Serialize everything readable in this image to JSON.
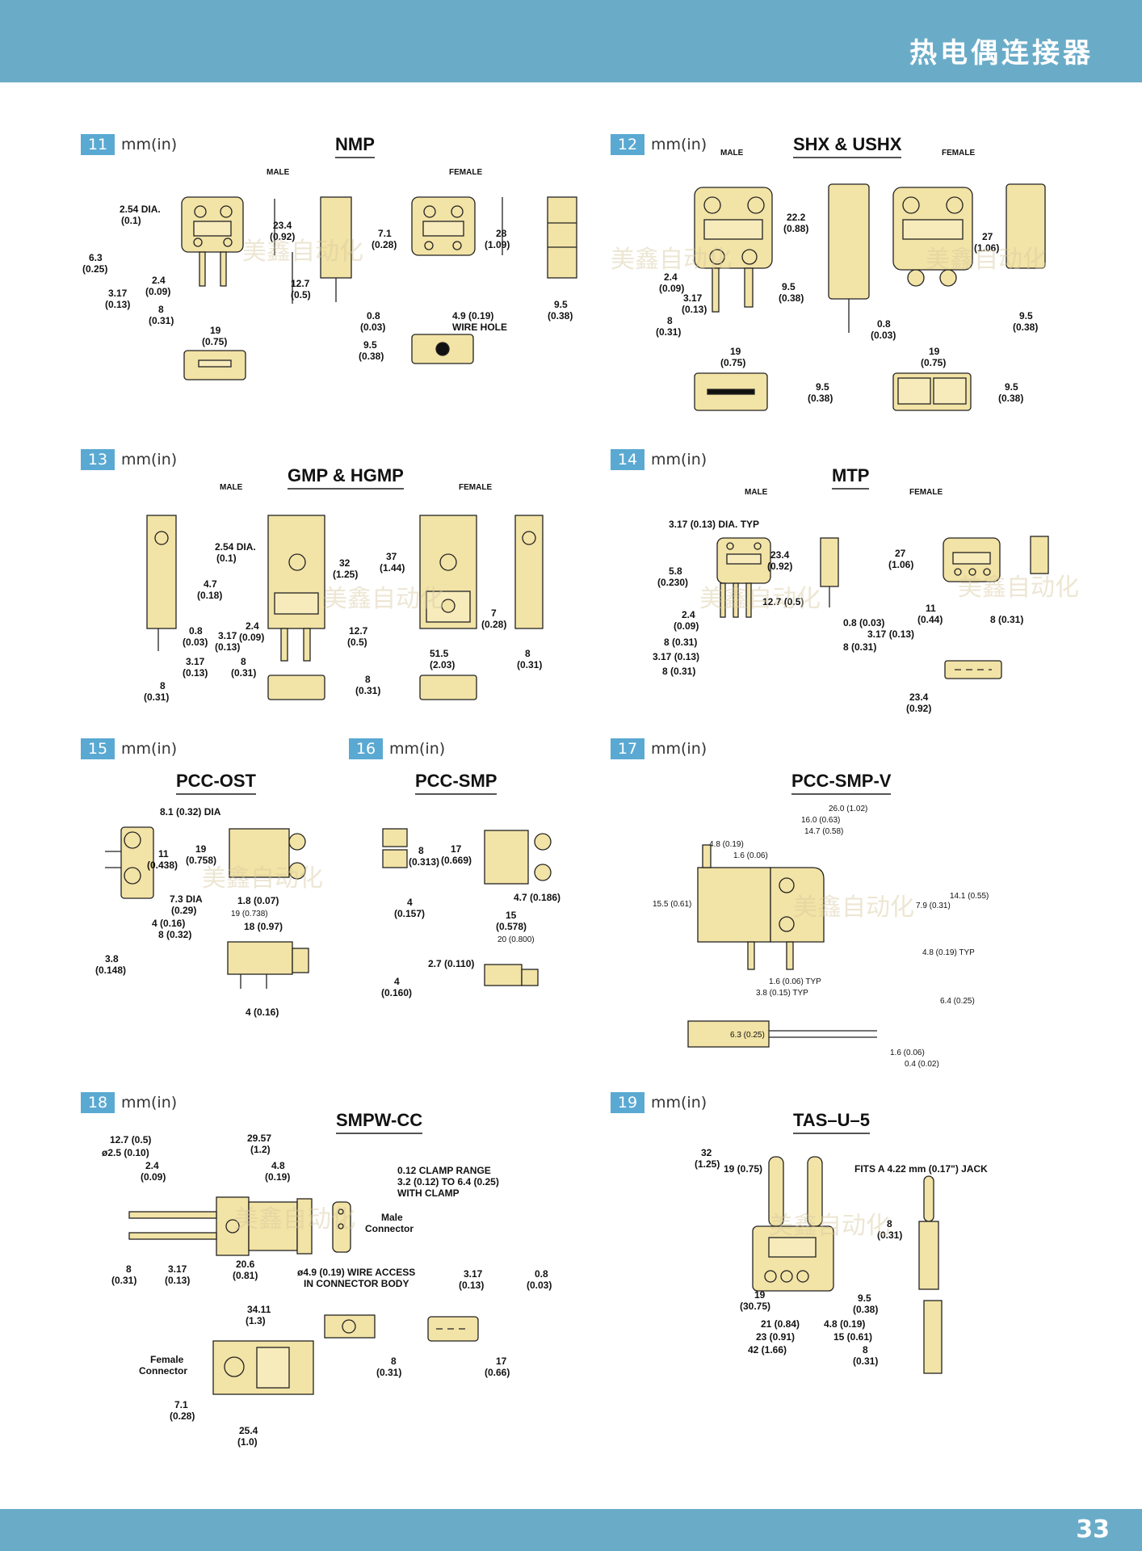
{
  "header": {
    "title": "热电偶连接器"
  },
  "footer": {
    "page_number": "33"
  },
  "unit_label": "mm(in)",
  "watermark": "美鑫自动化",
  "sections": {
    "s11": {
      "num": "11",
      "title": "NMP",
      "male": "MALE",
      "female": "FEMALE",
      "dims": [
        "2.54 DIA.",
        "(0.1)",
        "23.4",
        "(0.92)",
        "6.3",
        "(0.25)",
        "2.4",
        "(0.09)",
        "3.17",
        "(0.13)",
        "8",
        "(0.31)",
        "12.7",
        "(0.5)",
        "19",
        "(0.75)",
        "7.1",
        "(0.28)",
        "0.8",
        "(0.03)",
        "9.5",
        "(0.38)",
        "28",
        "(1.09)",
        "4.9 (0.19)",
        "WIRE HOLE",
        "9.5",
        "(0.38)"
      ]
    },
    "s12": {
      "num": "12",
      "title": "SHX & USHX",
      "male": "MALE",
      "female": "FEMALE",
      "dims": [
        "22.2",
        "(0.88)",
        "2.4",
        "(0.09)",
        "3.17",
        "(0.13)",
        "8",
        "(0.31)",
        "9.5",
        "(0.38)",
        "0.8",
        "(0.03)",
        "27",
        "(1.06)",
        "9.5",
        "(0.38)",
        "19",
        "(0.75)",
        "9.5",
        "(0.38)",
        "19",
        "(0.75)",
        "9.5",
        "(0.38)"
      ]
    },
    "s13": {
      "num": "13",
      "title": "GMP & HGMP",
      "male": "MALE",
      "female": "FEMALE",
      "dims": [
        "2.54 DIA.",
        "(0.1)",
        "32",
        "(1.25)",
        "37",
        "(1.44)",
        "4.7",
        "(0.18)",
        "0.8",
        "(0.03)",
        "3.17",
        "(0.13)",
        "2.4",
        "(0.09)",
        "12.7",
        "(0.5)",
        "7",
        "(0.28)",
        "3.17",
        "(0.13)",
        "8",
        "(0.31)",
        "51.5",
        "(2.03)",
        "8",
        "(0.31)",
        "8",
        "(0.31)",
        "8",
        "(0.31)"
      ]
    },
    "s14": {
      "num": "14",
      "title": "MTP",
      "male": "MALE",
      "female": "FEMALE",
      "dims": [
        "3.17 (0.13) DIA. TYP",
        "23.4",
        "(0.92)",
        "5.8",
        "(0.230)",
        "12.7 (0.5)",
        "2.4",
        "(0.09)",
        "8 (0.31)",
        "3.17 (0.13)",
        "8 (0.31)",
        "0.8 (0.03)",
        "3.17 (0.13)",
        "8 (0.31)",
        "27",
        "(1.06)",
        "11",
        "(0.44)",
        "8 (0.31)",
        "23.4",
        "(0.92)"
      ]
    },
    "s15": {
      "num": "15",
      "title": "PCC-OST",
      "dims": [
        "8.1 (0.32) DIA",
        "11",
        "(0.438)",
        "19",
        "(0.758)",
        "7.3 DIA",
        "(0.29)",
        "4 (0.16)",
        "8 (0.32)",
        "3.8",
        "(0.148)",
        "1.8 (0.07)",
        "19 (0.738)",
        "18 (0.97)",
        "4 (0.16)"
      ]
    },
    "s16": {
      "num": "16",
      "title": "PCC-SMP",
      "dims": [
        "8",
        "(0.313)",
        "17",
        "(0.669)",
        "4",
        "(0.157)",
        "4.7 (0.186)",
        "15",
        "(0.578)",
        "20 (0.800)",
        "2.7 (0.110)",
        "4",
        "(0.160)"
      ]
    },
    "s17": {
      "num": "17",
      "title": "PCC-SMP-V",
      "dims": [
        "26.0 (1.02)",
        "16.0 (0.63)",
        "14.7 (0.58)",
        "4.8 (0.19)",
        "1.6 (0.06)",
        "15.5 (0.61)",
        "14.1 (0.55)",
        "7.9 (0.31)",
        "4.8 (0.19) TYP",
        "1.6 (0.06) TYP",
        "3.8 (0.15) TYP",
        "6.4 (0.25)",
        "6.3 (0.25)",
        "1.6 (0.06)",
        "0.4 (0.02)"
      ]
    },
    "s18": {
      "num": "18",
      "title": "SMPW-CC",
      "dims": [
        "12.7 (0.5)",
        "ø2.5 (0.10)",
        "2.4",
        "(0.09)",
        "29.57",
        "(1.2)",
        "4.8",
        "(0.19)",
        "0.12 CLAMP RANGE",
        "3.2 (0.12) TO 6.4 (0.25)",
        "WITH CLAMP",
        "Male",
        "Connector",
        "8",
        "(0.31)",
        "3.17",
        "(0.13)",
        "20.6",
        "(0.81)",
        "ø4.9 (0.19) WIRE ACCESS",
        "IN CONNECTOR BODY",
        "3.17",
        "(0.13)",
        "0.8",
        "(0.03)",
        "34.11",
        "(1.3)",
        "Female",
        "Connector",
        "8",
        "(0.31)",
        "17",
        "(0.66)",
        "7.1",
        "(0.28)",
        "25.4",
        "(1.0)"
      ]
    },
    "s19": {
      "num": "19",
      "title": "TAS–U–5",
      "dims": [
        "32",
        "(1.25)",
        "19 (0.75)",
        "FITS A 4.22 mm (0.17\") JACK",
        "8",
        "(0.31)",
        "19",
        "(30.75)",
        "9.5",
        "(0.38)",
        "21 (0.84)",
        "4.8 (0.19)",
        "23 (0.91)",
        "15 (0.61)",
        "42 (1.66)",
        "8",
        "(0.31)"
      ]
    }
  },
  "colors": {
    "bar": "#6aacc8",
    "badge": "#5aa9d2",
    "part": "#f2e3a6",
    "outline": "#222222"
  }
}
